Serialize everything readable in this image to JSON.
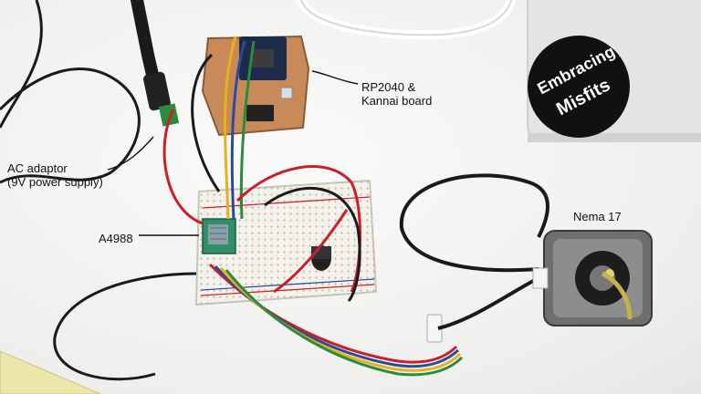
{
  "labels": {
    "rp2040": "RP2040 &\nKannai board",
    "ac_adaptor": "AC adaptor\n(9V power supply)",
    "a4988": "A4988",
    "nema": "Nema 17"
  },
  "sticker": {
    "line1": "Embracing",
    "line2": "Misfits"
  },
  "colors": {
    "background": "#f1f1ef",
    "pcb_copper": "#c98a5a",
    "breadboard": "#f4f1ea",
    "driver_board": "#2f8f6a",
    "laptop": "#e4e4e2",
    "sticker_bg": "#111111",
    "wire_red": "#c8202a",
    "wire_blue": "#2a4b9a",
    "wire_yellow": "#e5b21a",
    "wire_black": "#1a1a1a",
    "wire_green": "#2b8a3e"
  }
}
